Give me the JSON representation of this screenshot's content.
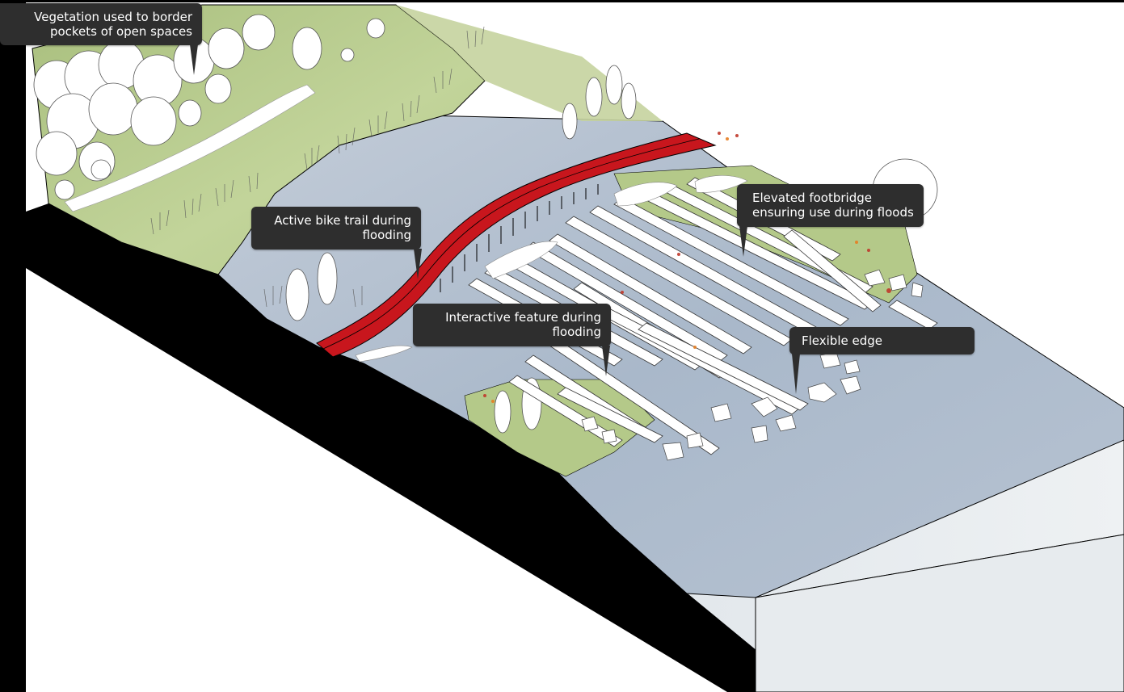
{
  "callouts": {
    "vegetation": {
      "line1": "Vegetation used to border",
      "line2": "pockets of open spaces"
    },
    "bike_trail": {
      "line1": "Active bike trail during",
      "line2": "flooding"
    },
    "footbridge": {
      "line1": "Elevated footbridge",
      "line2": "ensuring use during floods"
    },
    "interactive": {
      "line1": "Interactive feature during",
      "line2": "flooding"
    },
    "flexible_edge": {
      "line1": "Flexible edge"
    }
  },
  "colors": {
    "bridge": "#c8161d",
    "water": "#aebccc",
    "grass": "#b8cc8a",
    "soil": "#000000",
    "callout_bg": "#2e2e2e"
  }
}
